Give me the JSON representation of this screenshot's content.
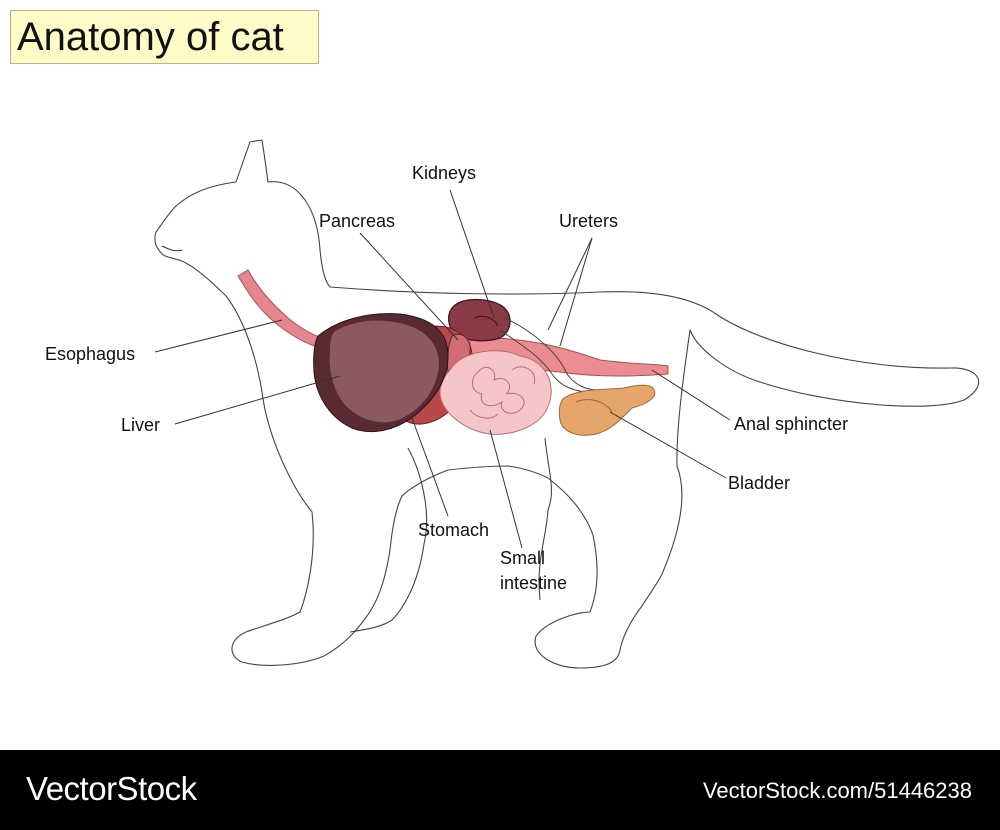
{
  "title": "Anatomy of cat",
  "labels": {
    "kidneys": "Kidneys",
    "pancreas": "Pancreas",
    "ureters": "Ureters",
    "esophagus": "Esophagus",
    "liver": "Liver",
    "anal_sphincter": "Anal sphincter",
    "bladder": "Bladder",
    "stomach": "Stomach",
    "small_intestine_line1": "Small",
    "small_intestine_line2": "intestine"
  },
  "footer": {
    "brand": "VectorStock",
    "image_id": "VectorStock.com/51446238"
  },
  "colors": {
    "title_background": "#fffbc8",
    "liver": "#8c5a5e",
    "liver_shadow": "#5a2a32",
    "kidney": "#8a3a44",
    "stomach": "#b84848",
    "intestine": "#f6c5c8",
    "esophagus": "#e6868e",
    "colon": "#ea8c92",
    "bladder": "#e6a56a",
    "footer_background": "#000000"
  }
}
